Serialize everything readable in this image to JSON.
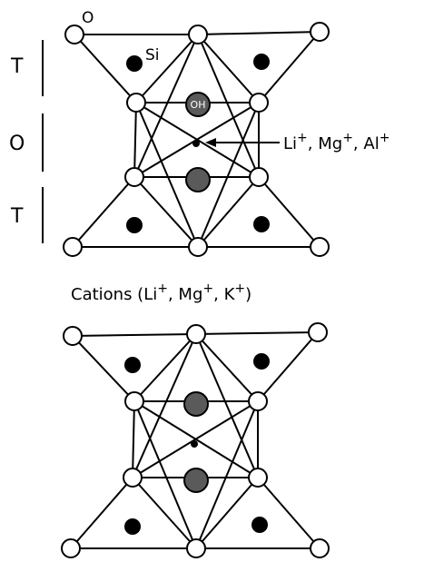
{
  "labels": {
    "oxygen": "O",
    "silicon": "Si",
    "hydroxyl": "OH",
    "tetrahedral_top": "T",
    "octahedral": "O",
    "tetrahedral_bottom": "T",
    "octahedral_cations": {
      "items": [
        {
          "base": "Li",
          "charge": "+"
        },
        {
          "base": "Mg",
          "charge": "+"
        },
        {
          "base": "Al",
          "charge": "+"
        }
      ],
      "separator": ", "
    },
    "interlayer_cations": {
      "prefix": "Cations (",
      "items": [
        {
          "base": "Li",
          "charge": "+"
        },
        {
          "base": "Mg",
          "charge": "+"
        },
        {
          "base": "K",
          "charge": "+"
        }
      ],
      "separator": ", ",
      "suffix": ")"
    }
  },
  "colors": {
    "line": "#000000",
    "oxygen_fill": "#ffffff",
    "silicon_fill": "#000000",
    "hydroxyl_fill": "#5a5a5a",
    "hydroxyl_text": "#ffffff"
  }
}
